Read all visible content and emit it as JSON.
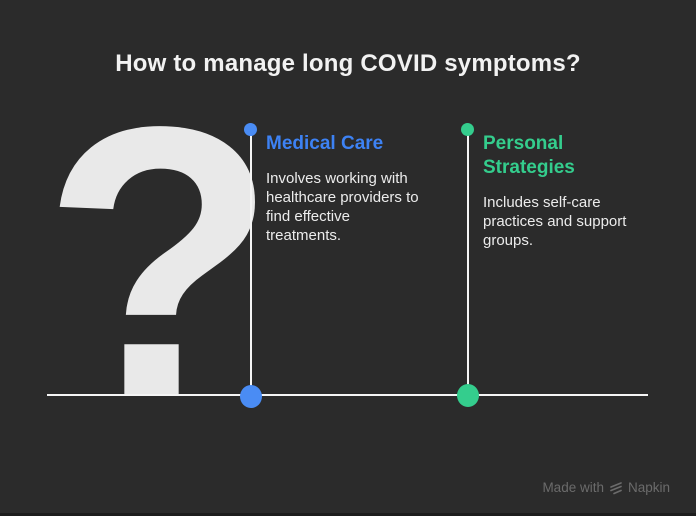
{
  "title": "How to manage long COVID symptoms?",
  "question_mark": "?",
  "columns": [
    {
      "heading": "Medical Care",
      "body": "Involves working with\nhealthcare providers to\nfind effective\ntreatments.",
      "accent_color": "#3d82f4",
      "top_dot_color": "#4a8cf4",
      "bottom_dot_color": "#4a8cf4"
    },
    {
      "heading": "Personal\nStrategies",
      "body": "Includes self-care\npractices and support\ngroups.",
      "accent_color": "#34cd8d",
      "top_dot_color": "#34cd8d",
      "bottom_dot_color": "#34cd8d"
    }
  ],
  "footer": {
    "made_with_label": "Made with",
    "brand": "Napkin",
    "logo_icon": "napkin-chevrons-icon"
  },
  "colors": {
    "background": "#2b2b2b",
    "title_text": "#f2f2f2",
    "body_text": "#ececec",
    "question_mark": "#e9e9e9",
    "axis_lines": "#f5f5f5",
    "footer_text": "#6b6b6b"
  }
}
